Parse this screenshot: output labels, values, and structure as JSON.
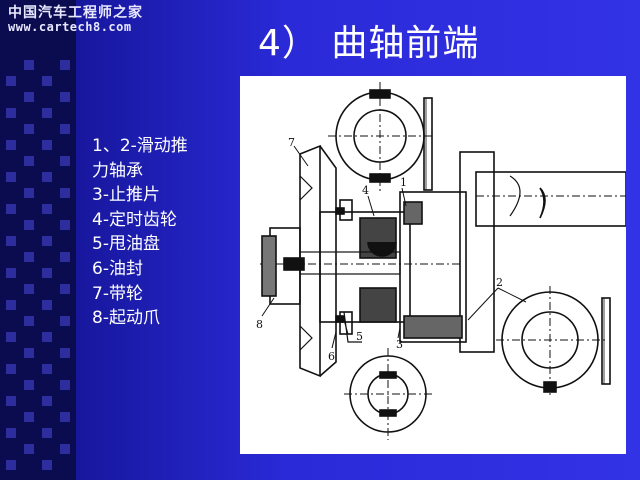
{
  "watermark": {
    "line1": "中国汽车工程师之家",
    "line2": "www.cartech8.com"
  },
  "slide": {
    "title": "4） 曲轴前端"
  },
  "legend": {
    "items": [
      "1、2-滑动推",
      "力轴承",
      "3-止推片",
      "4-定时齿轮",
      "5-甩油盘",
      "6-油封",
      "7-带轮",
      "8-起动爪"
    ]
  },
  "figure": {
    "labels": [
      "7",
      "4",
      "1",
      "2",
      "3",
      "5",
      "6",
      "8"
    ]
  },
  "colors": {
    "background": "#2a2ad8",
    "strip": "#0b0b50",
    "text": "#ffffff",
    "drawing": "#111111"
  }
}
